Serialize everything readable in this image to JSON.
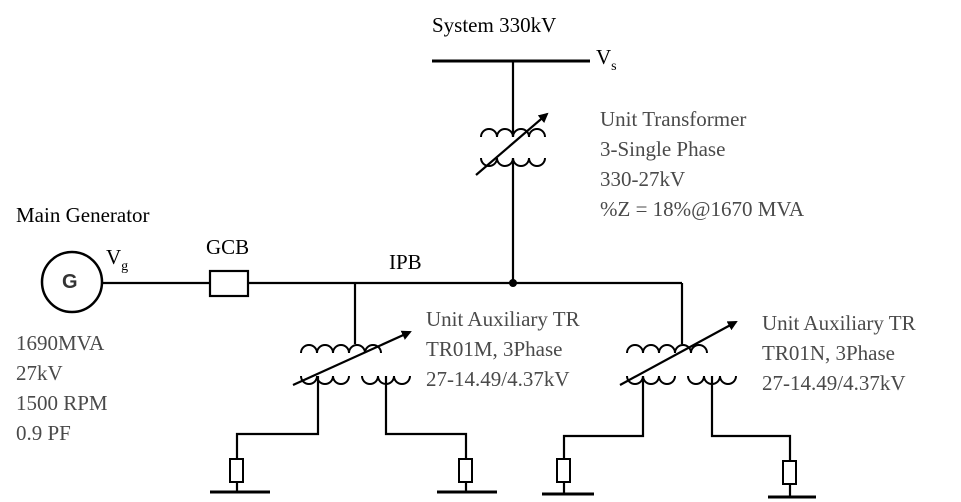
{
  "system": {
    "title": "System 330kV",
    "bus_symbol": "V",
    "bus_subscript": "s"
  },
  "unit_transformer": {
    "lines": [
      "Unit Transformer",
      "3-Single Phase",
      "330-27kV",
      "%Z = 18%@1670 MVA"
    ]
  },
  "generator": {
    "title": "Main Generator",
    "symbol": "G",
    "terminal_symbol": "V",
    "terminal_subscript": "g",
    "ratings": [
      "1690MVA",
      "27kV",
      "1500 RPM",
      "0.9 PF"
    ]
  },
  "breaker": {
    "label": "GCB"
  },
  "busduct": {
    "label": "IPB"
  },
  "aux_transformers": [
    {
      "lines": [
        "Unit Auxiliary TR",
        "TR01M, 3Phase",
        "27-14.49/4.37kV"
      ]
    },
    {
      "lines": [
        "Unit Auxiliary TR",
        "TR01N, 3Phase",
        "27-14.49/4.37kV"
      ]
    }
  ]
}
